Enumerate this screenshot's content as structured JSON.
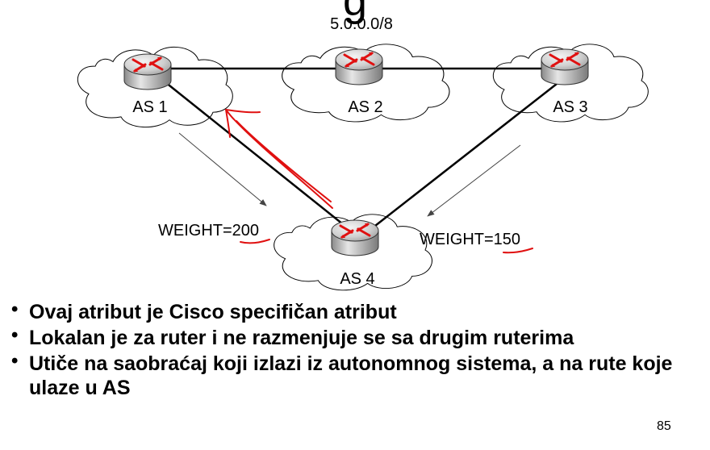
{
  "slide": {
    "title_fragment": "g",
    "page_number": "85"
  },
  "diagram": {
    "network_prefix": "5.0.0.0/8",
    "nodes": [
      {
        "label": "AS 1"
      },
      {
        "label": "AS 2"
      },
      {
        "label": "AS 3"
      },
      {
        "label": "AS 4"
      }
    ],
    "weight_left": {
      "prefix": "WEIGHT=",
      "value": "200"
    },
    "weight_right": {
      "prefix": "WEIGHT=",
      "value": "150"
    },
    "colors": {
      "annotation_red": "#e01010",
      "router_body": "#d6d6d6",
      "cloud_stroke": "#000000"
    }
  },
  "bullets": [
    "Ovaj atribut je Cisco specifičan atribut",
    "Lokalan je za ruter i ne razmenjuje se sa drugim ruterima",
    "Utiče na saobraćaj koji izlazi iz autonomnog sistema, a na rute koje ulaze u AS"
  ]
}
